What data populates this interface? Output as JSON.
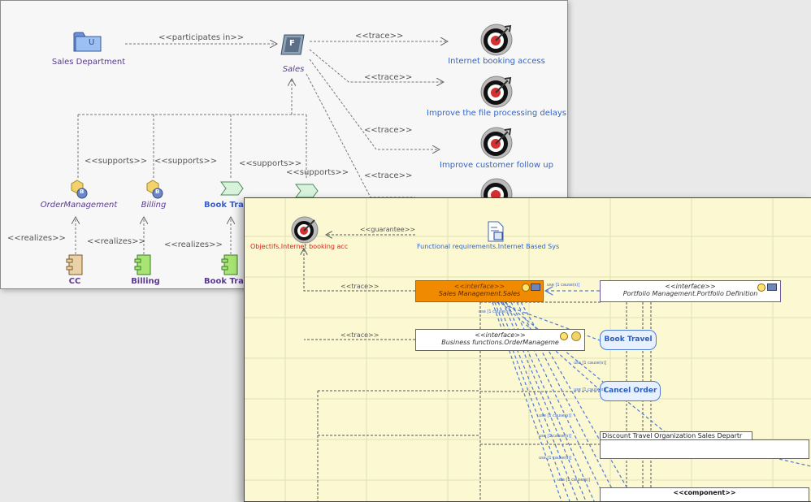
{
  "back_diagram": {
    "nodes": {
      "sales_department": "Sales Department",
      "sales": "Sales",
      "internet_booking_access": "Internet booking access",
      "improve_file_processing": "Improve the file processing delays",
      "improve_customer_follow_up": "Improve customer follow up",
      "order_management": "OrderManagement",
      "billing_function": "Billing",
      "book_travel_function": "Book Tra",
      "cc_component": "CC",
      "billing_component": "Billing",
      "book_travel_component": "Book Tra"
    },
    "icon_letters": {
      "folder": "U",
      "function": "F",
      "badge": "B"
    },
    "relations": {
      "participates_in": "<<participates in>>",
      "trace_1": "<<trace>>",
      "trace_2": "<<trace>>",
      "trace_3": "<<trace>>",
      "trace_4": "<<trace>>",
      "supports_1": "<<supports>>",
      "supports_2": "<<supports>>",
      "supports_3": "<<supports>>",
      "supports_4": "<<supports>>",
      "realizes_1": "<<realizes>>",
      "realizes_2": "<<realizes>>",
      "realizes_3": "<<realizes>>"
    }
  },
  "front_diagram": {
    "nodes": {
      "objectifs": "Objectifs.Internet booking acc",
      "functional_requirements": "Functional requirements.Internet Based Sys",
      "sales_management_stereo": "<<interface>>",
      "sales_management": "Sales Management.Sales",
      "portfolio_stereo": "<<interface>>",
      "portfolio": "Portfolio Management.Portfolio Definition",
      "business_functions_stereo": "<<interface>>",
      "business_functions": "Business functions.OrderManageme",
      "book_travel": "Book Travel",
      "cancel_order": "Cancel Order",
      "discount_travel": "Discount Travel Organization Sales Departr",
      "component_stereo": "<<component>>"
    },
    "relations": {
      "guarantee": "<<guarantee>>",
      "trace_1": "<<trace>>",
      "trace_2": "<<trace>>",
      "use_label": "use [1 cause(s)]"
    }
  }
}
